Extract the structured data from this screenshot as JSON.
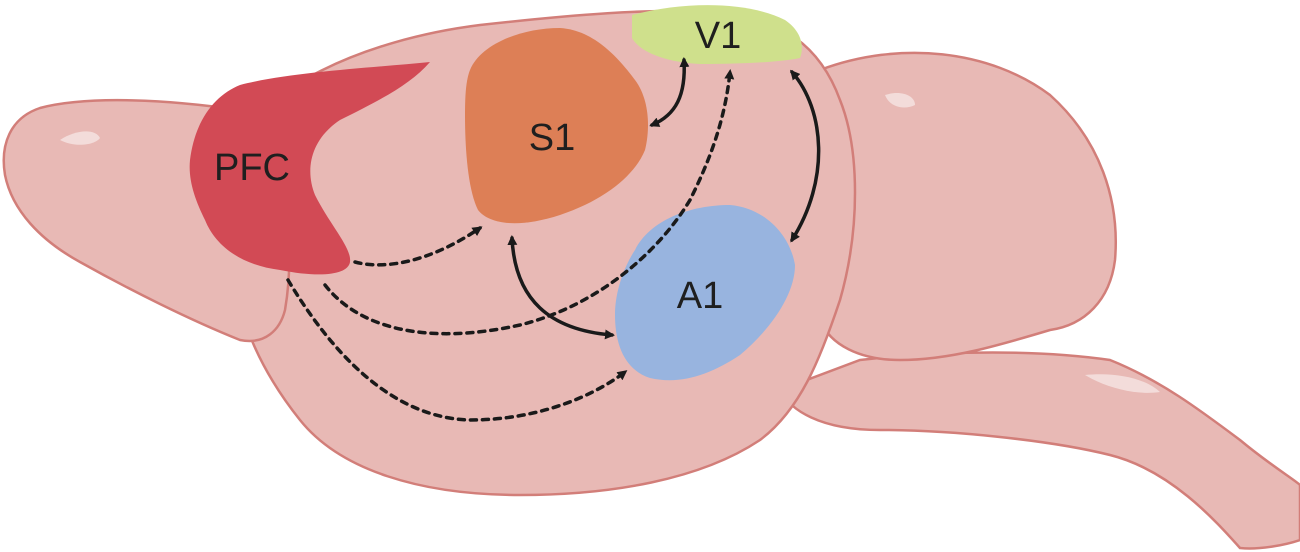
{
  "regions": {
    "pfc": {
      "label": "PFC",
      "color": "#d24a55"
    },
    "s1": {
      "label": "S1",
      "color": "#dd7f56"
    },
    "v1": {
      "label": "V1",
      "color": "#cfe08c"
    },
    "a1": {
      "label": "A1",
      "color": "#98b4df"
    }
  },
  "brain": {
    "fill": "#e8b9b5",
    "outline": "#d27e79",
    "highlight": "#f3dcda"
  },
  "connections": {
    "dashed": [
      {
        "from": "PFC",
        "to": "S1"
      },
      {
        "from": "PFC",
        "to": "V1"
      },
      {
        "from": "PFC",
        "to": "A1"
      }
    ],
    "bidirectional": [
      {
        "a": "S1",
        "b": "V1"
      },
      {
        "a": "S1",
        "b": "A1"
      },
      {
        "a": "V1",
        "b": "A1"
      }
    ]
  }
}
